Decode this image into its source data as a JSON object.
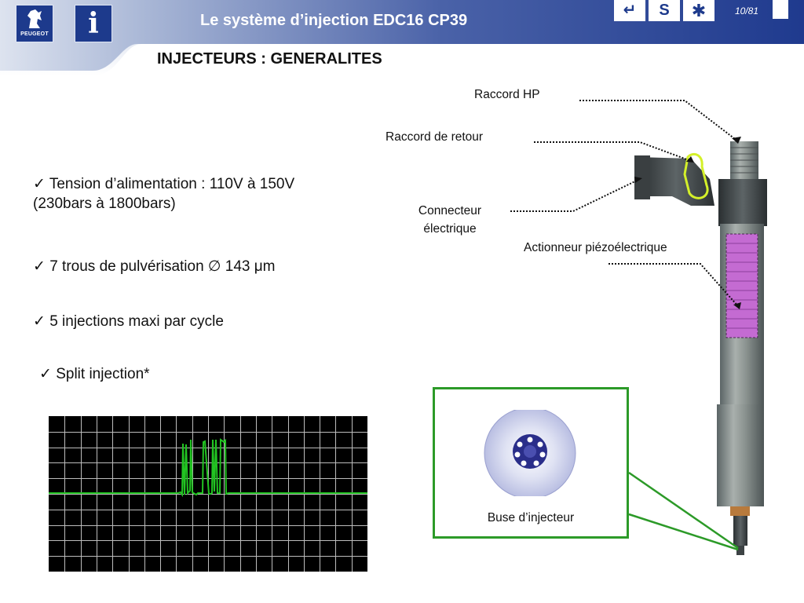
{
  "header": {
    "logo_text": "PEUGEOT",
    "info_glyph": "i",
    "title": "Le système d’injection EDC16 CP39",
    "buttons": [
      {
        "icon": "return-arrow-icon",
        "glyph": "↵"
      },
      {
        "icon": "s-letter-icon",
        "glyph": "S"
      },
      {
        "icon": "asterisk-icon",
        "glyph": "✱"
      }
    ],
    "page_number": "10/81",
    "brand_color": "#1d3a8c"
  },
  "subtitle": "INJECTEURS : GENERALITES",
  "bullets": [
    {
      "check": "✓",
      "text": "Tension d’alimentation : 110V à 150V",
      "text2": "(230bars à 1800bars)"
    },
    {
      "check": "✓",
      "text": "7 trous de pulvérisation ∅ 143 μm"
    },
    {
      "check": "✓",
      "text": "5 injections maxi par cycle"
    },
    {
      "check": "✓",
      "text": "Split injection*"
    }
  ],
  "labels": {
    "raccord_hp": "Raccord HP",
    "raccord_retour": "Raccord  de retour",
    "connecteur_line1": "Connecteur",
    "connecteur_line2": "électrique",
    "actionneur": "Actionneur piézoélectrique",
    "buse": "Buse d’injecteur"
  },
  "colors": {
    "piezo": "#c46bd2",
    "nozzle_box_border": "#2c9a28",
    "signal": "#22c422",
    "highlight": "#d4f02a"
  }
}
